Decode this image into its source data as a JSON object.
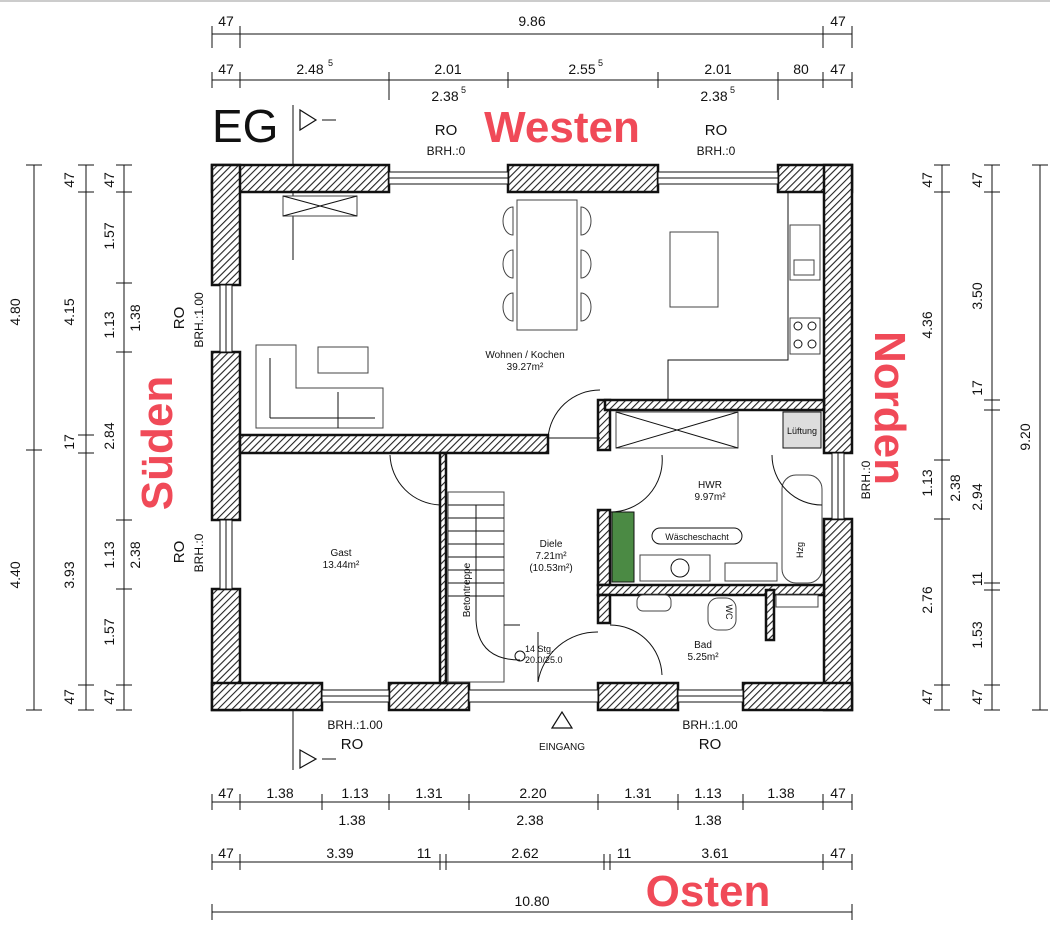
{
  "level": "EG",
  "orientation": {
    "west": "Westen",
    "south": "Süden",
    "north": "Norden",
    "east": "Osten"
  },
  "dims_top_outer": {
    "left": "47",
    "total": "9.86",
    "right": "47"
  },
  "dims_top_inner": [
    "47",
    "2.48",
    "2.01",
    "2.55",
    "2.01",
    "80",
    "47"
  ],
  "dims_top_inner_sup": {
    "a": "5",
    "c": "5"
  },
  "dims_top_sub": [
    "2.38",
    "2.38"
  ],
  "dims_top_sub_sup": "5",
  "dims_left_outer": [
    "47",
    "4.80",
    "17",
    "4.40",
    "47"
  ],
  "dims_left_mid": [
    "4.15",
    "3.93"
  ],
  "dims_left_inner": [
    "47",
    "1.57",
    "1.13",
    "1.38",
    "2.84",
    "1.13",
    "2.38",
    "1.57",
    "47"
  ],
  "dims_right_inner": [
    "47",
    "4.36",
    "1.13",
    "2.38",
    "2.76",
    "47"
  ],
  "dims_right_mid": [
    "47",
    "3.50",
    "17",
    "2.94",
    "11",
    "1.53",
    "47"
  ],
  "dims_right_outer": "9.20",
  "sup5": "5",
  "dims_bottom_1": [
    "47",
    "1.38",
    "1.13",
    "1.31",
    "2.20",
    "1.31",
    "1.13",
    "1.38",
    "47"
  ],
  "dims_bottom_1_sub": [
    "1.38",
    "2.38",
    "1.38"
  ],
  "dims_bottom_2": [
    "47",
    "3.39",
    "11",
    "2.62",
    "11",
    "3.61",
    "47"
  ],
  "dims_bottom_total": "10.80",
  "openings": {
    "ro": "RO",
    "brh_0": "BRH.:0",
    "brh_100": "BRH.:1.00",
    "eingang": "EINGANG"
  },
  "rooms": {
    "wohnen": {
      "name": "Wohnen / Kochen",
      "area": "39.27m²"
    },
    "gast": {
      "name": "Gast",
      "area": "13.44m²"
    },
    "diele": {
      "name": "Diele",
      "area": "7.21m²",
      "area2": "(10.53m²)"
    },
    "hwr": {
      "name": "HWR",
      "area": "9.97m²"
    },
    "bad": {
      "name": "Bad",
      "area": "5.25m²"
    }
  },
  "labels": {
    "lueftung": "Lüftung",
    "waescheschacht": "Wäscheschacht",
    "betontreppe": "Betontreppe",
    "stg": "14 Stg.",
    "stg2": "20.0/25.0",
    "hzg": "Hzg",
    "wc": "WC"
  }
}
